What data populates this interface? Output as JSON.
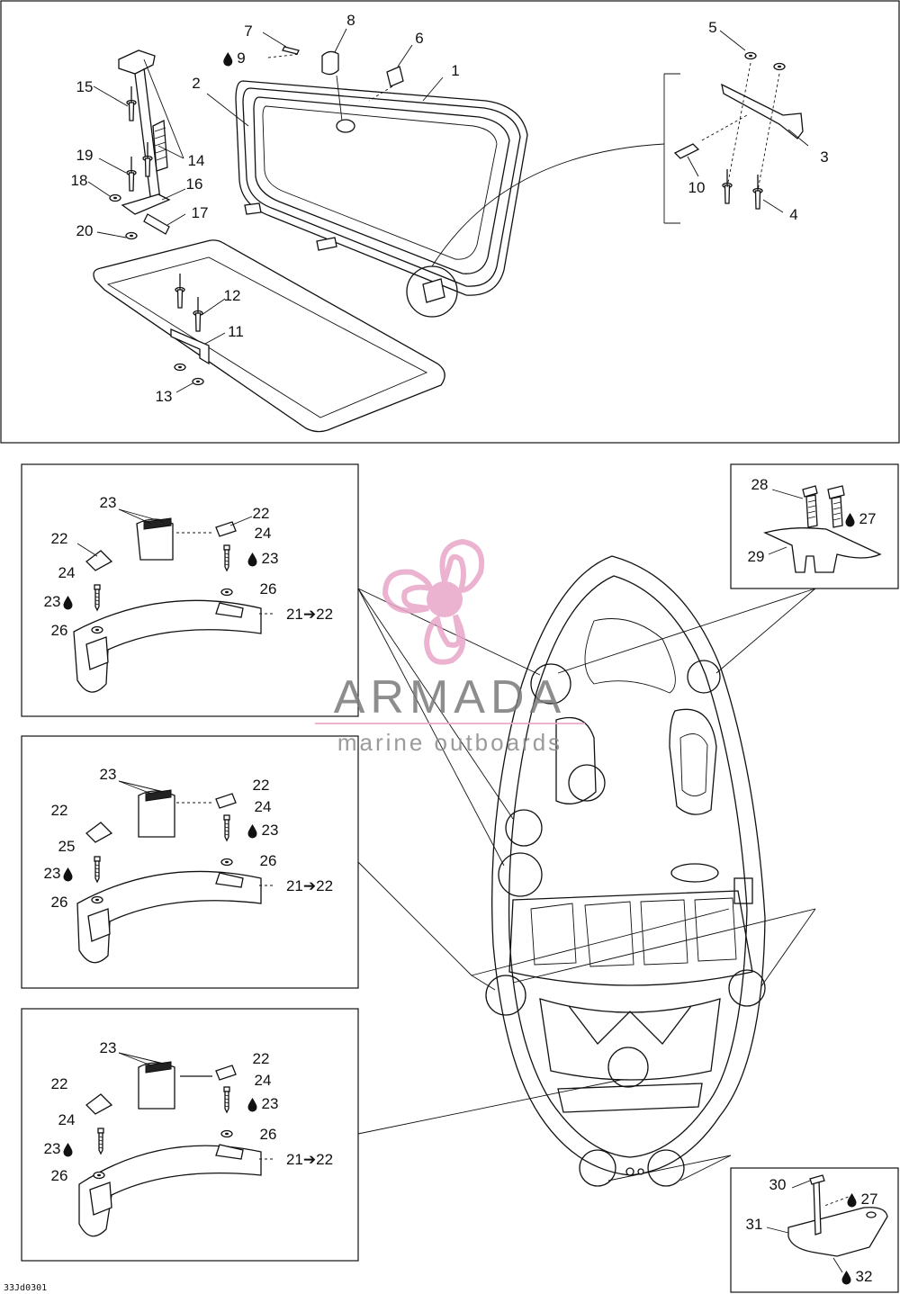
{
  "callouts": {
    "top": [
      {
        "id": "c1",
        "text": "1"
      },
      {
        "id": "c2",
        "text": "2"
      },
      {
        "id": "c3",
        "text": "3"
      },
      {
        "id": "c4",
        "text": "4"
      },
      {
        "id": "c5",
        "text": "5"
      },
      {
        "id": "c6",
        "text": "6"
      },
      {
        "id": "c7",
        "text": "7"
      },
      {
        "id": "c8",
        "text": "8"
      },
      {
        "id": "c9",
        "text": "9"
      },
      {
        "id": "c10",
        "text": "10"
      },
      {
        "id": "c11",
        "text": "11"
      },
      {
        "id": "c12",
        "text": "12"
      },
      {
        "id": "c13",
        "text": "13"
      },
      {
        "id": "c14",
        "text": "14"
      },
      {
        "id": "c15",
        "text": "15"
      },
      {
        "id": "c16",
        "text": "16"
      },
      {
        "id": "c17",
        "text": "17"
      },
      {
        "id": "c18",
        "text": "18"
      },
      {
        "id": "c19",
        "text": "19"
      },
      {
        "id": "c20",
        "text": "20"
      }
    ],
    "panel_a": [
      {
        "id": "a23a",
        "text": "23"
      },
      {
        "id": "a22a",
        "text": "22"
      },
      {
        "id": "a22b",
        "text": "22"
      },
      {
        "id": "a24a",
        "text": "24"
      },
      {
        "id": "a23b",
        "text": "23"
      },
      {
        "id": "a24b",
        "text": "24"
      },
      {
        "id": "a26a",
        "text": "26"
      },
      {
        "id": "a23c",
        "text": "23"
      },
      {
        "id": "a26b",
        "text": "26"
      },
      {
        "id": "a21",
        "text": "21➔22"
      }
    ],
    "panel_b": [
      {
        "id": "b23a",
        "text": "23"
      },
      {
        "id": "b22a",
        "text": "22"
      },
      {
        "id": "b22b",
        "text": "22"
      },
      {
        "id": "b24a",
        "text": "24"
      },
      {
        "id": "b25",
        "text": "25"
      },
      {
        "id": "b23b",
        "text": "23"
      },
      {
        "id": "b26a",
        "text": "26"
      },
      {
        "id": "b23c",
        "text": "23"
      },
      {
        "id": "b26b",
        "text": "26"
      },
      {
        "id": "b21",
        "text": "21➔22"
      }
    ],
    "panel_c": [
      {
        "id": "p23a",
        "text": "23"
      },
      {
        "id": "p22a",
        "text": "22"
      },
      {
        "id": "p22b",
        "text": "22"
      },
      {
        "id": "p24a",
        "text": "24"
      },
      {
        "id": "p24b",
        "text": "24"
      },
      {
        "id": "p23b",
        "text": "23"
      },
      {
        "id": "p26a",
        "text": "26"
      },
      {
        "id": "p23c",
        "text": "23"
      },
      {
        "id": "p26b",
        "text": "26"
      },
      {
        "id": "p21",
        "text": "21➔22"
      }
    ],
    "cleat_panel": [
      {
        "id": "d28",
        "text": "28"
      },
      {
        "id": "d27",
        "text": "27"
      },
      {
        "id": "d29",
        "text": "29"
      }
    ],
    "bottom_panel": [
      {
        "id": "e30",
        "text": "30"
      },
      {
        "id": "e27",
        "text": "27"
      },
      {
        "id": "e31",
        "text": "31"
      },
      {
        "id": "e32",
        "text": "32"
      }
    ]
  },
  "watermark": {
    "brand": "ARMADA",
    "tagline": "marine outboards",
    "brand_color": "#7a7a7a",
    "logo_color": "#e8a6c8"
  },
  "diagram_code": "33Jd0301",
  "icons": {
    "liquid_drop": "drop-icon",
    "arrow": "arrow-right-icon"
  }
}
